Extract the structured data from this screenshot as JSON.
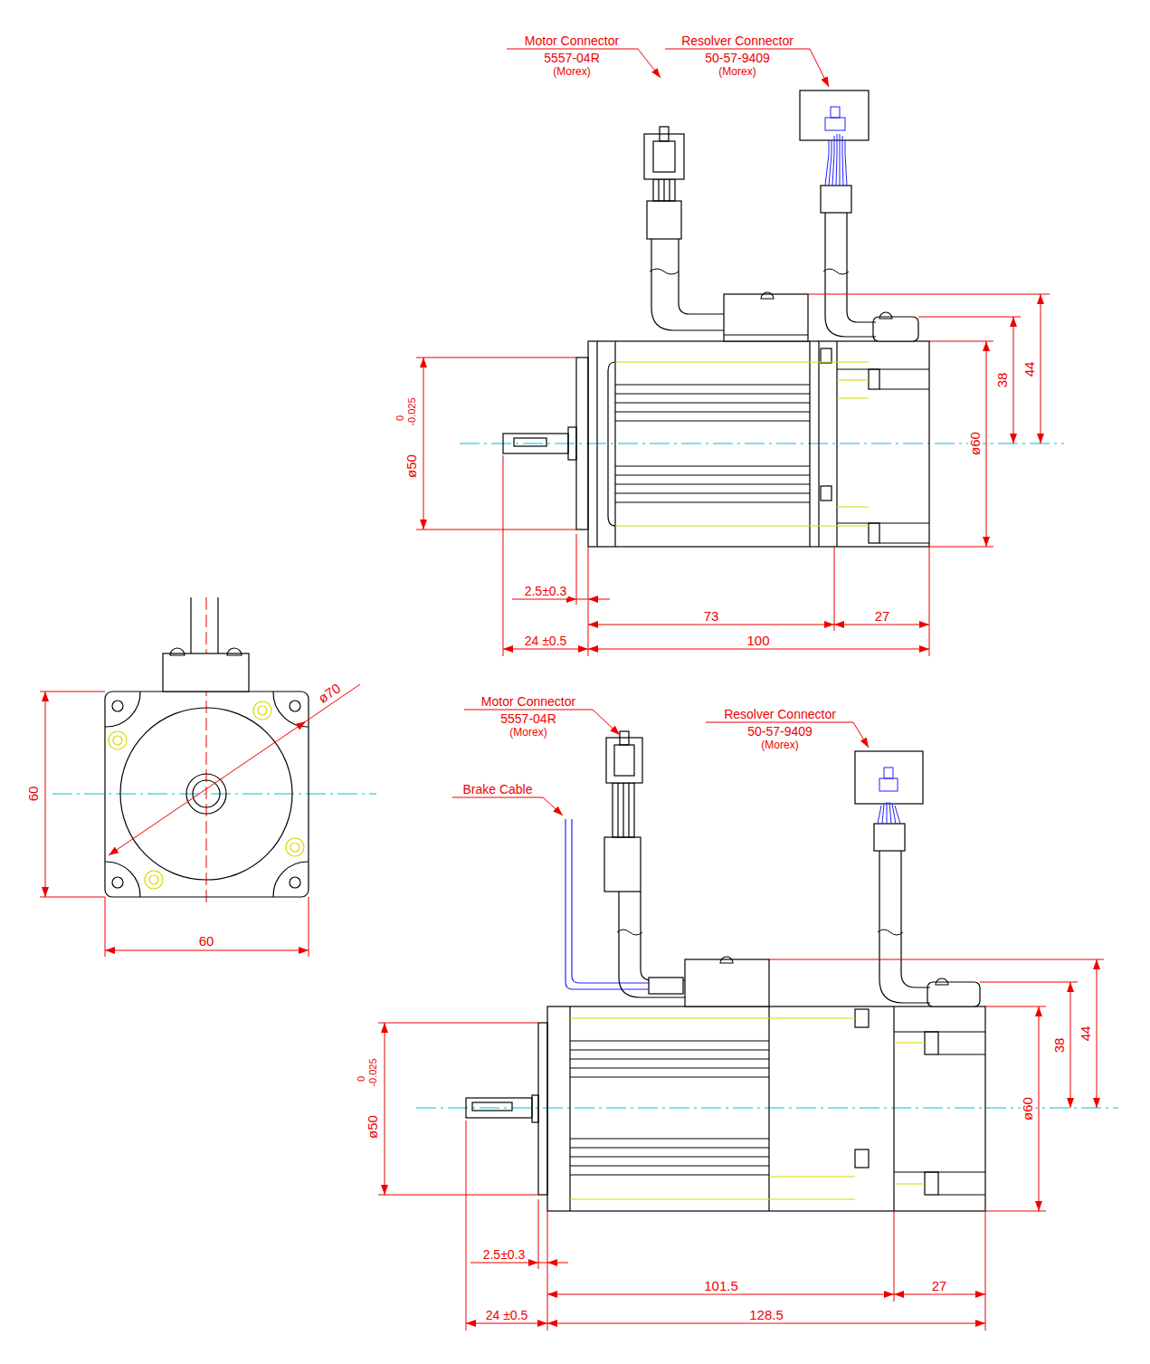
{
  "diagram": {
    "labels": [
      "Motor Connector",
      "5557-04R",
      "(Morex)",
      "Resolver Connector",
      "50-57-9409",
      "(Morex)",
      "38",
      "44",
      "ø50",
      "0",
      "-0.025",
      "ø60",
      "2.5±0.3",
      "73",
      "27",
      "24 ±0.5",
      "100",
      "ø70",
      "60",
      "60",
      "Motor Connector",
      "5557-04R",
      "(Morex)",
      "Brake Cable",
      "Resolver Connector",
      "50-57-9409",
      "(Morex)",
      "38",
      "44",
      "ø50",
      "0",
      "-0.025",
      "ø60",
      "2.5±0.3",
      "101.5",
      "27",
      "24 ±0.5",
      "128.5"
    ]
  }
}
